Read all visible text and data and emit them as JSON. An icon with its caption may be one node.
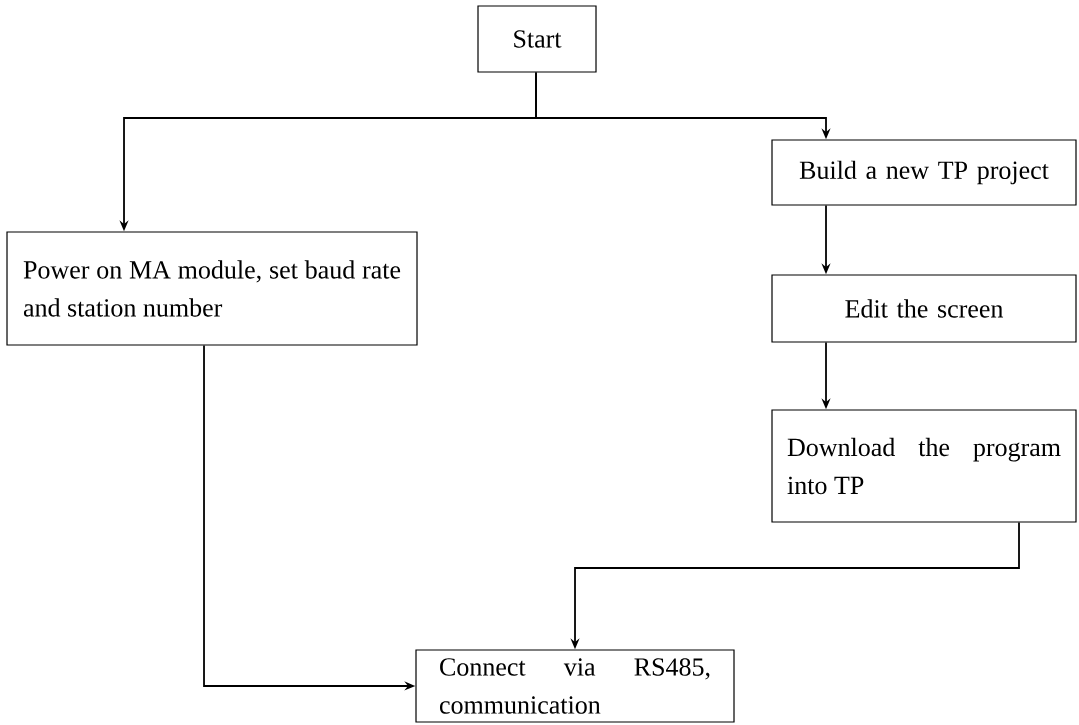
{
  "diagram": {
    "nodes": [
      {
        "text": [
          "Start"
        ]
      },
      {
        "text": [
          "Power on MA module, set baud rate and station number"
        ]
      },
      {
        "text": [
          "Build a new TP project"
        ]
      },
      {
        "text": [
          "Edit the screen"
        ]
      },
      {
        "text": [
          "Download the program into TP"
        ]
      },
      {
        "text": [
          "Connect via RS485, communication"
        ]
      }
    ],
    "edges": [
      {
        "from": 0,
        "to": 1,
        "arrow": "to"
      },
      {
        "from": 0,
        "to": 2,
        "arrow": "to"
      },
      {
        "from": 2,
        "to": 3,
        "arrow": "to"
      },
      {
        "from": 3,
        "to": 4,
        "arrow": "to"
      },
      {
        "from": 1,
        "to": 5,
        "arrow": "to"
      },
      {
        "from": 4,
        "to": 5,
        "arrow": "to"
      }
    ]
  }
}
